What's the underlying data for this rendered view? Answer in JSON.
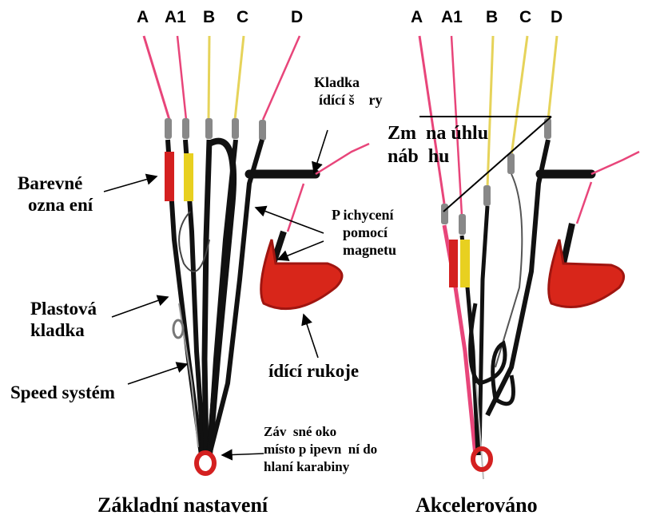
{
  "risers": {
    "left": [
      "A",
      "A1",
      "B",
      "C",
      "D"
    ],
    "right": [
      "A",
      "A1",
      "B",
      "C",
      "D"
    ]
  },
  "labels": {
    "kladka_line1": "Kladka",
    "kladka_line2": "ídící š    ry",
    "barevne_line1": "Barevné",
    "barevne_line2": "ozna ení",
    "plastova_line1": "Plastová",
    "plastova_line2": "kladka",
    "speed": "Speed systém",
    "magnet_line1": "P ichycení",
    "magnet_line2": "pomocí",
    "magnet_line3": "magnetu",
    "rukojet": "ídící rukoje",
    "zaves_line1": "Záv  sné oko",
    "zaves_line2": "místo p ipevn  ní do",
    "zaves_line3": "hlaní karabiny",
    "zmena_line1": "Zm  na úhlu",
    "zmena_line2": "náb  hu"
  },
  "captions": {
    "left": "Základní nastavení",
    "right": "Akcelerováno"
  },
  "colors": {
    "a_line": "#e8457a",
    "b_line": "#e6d35a",
    "red_band": "#d42020",
    "yellow_band": "#e8d020",
    "webbing": "#111111",
    "handle": "#d8261a"
  }
}
